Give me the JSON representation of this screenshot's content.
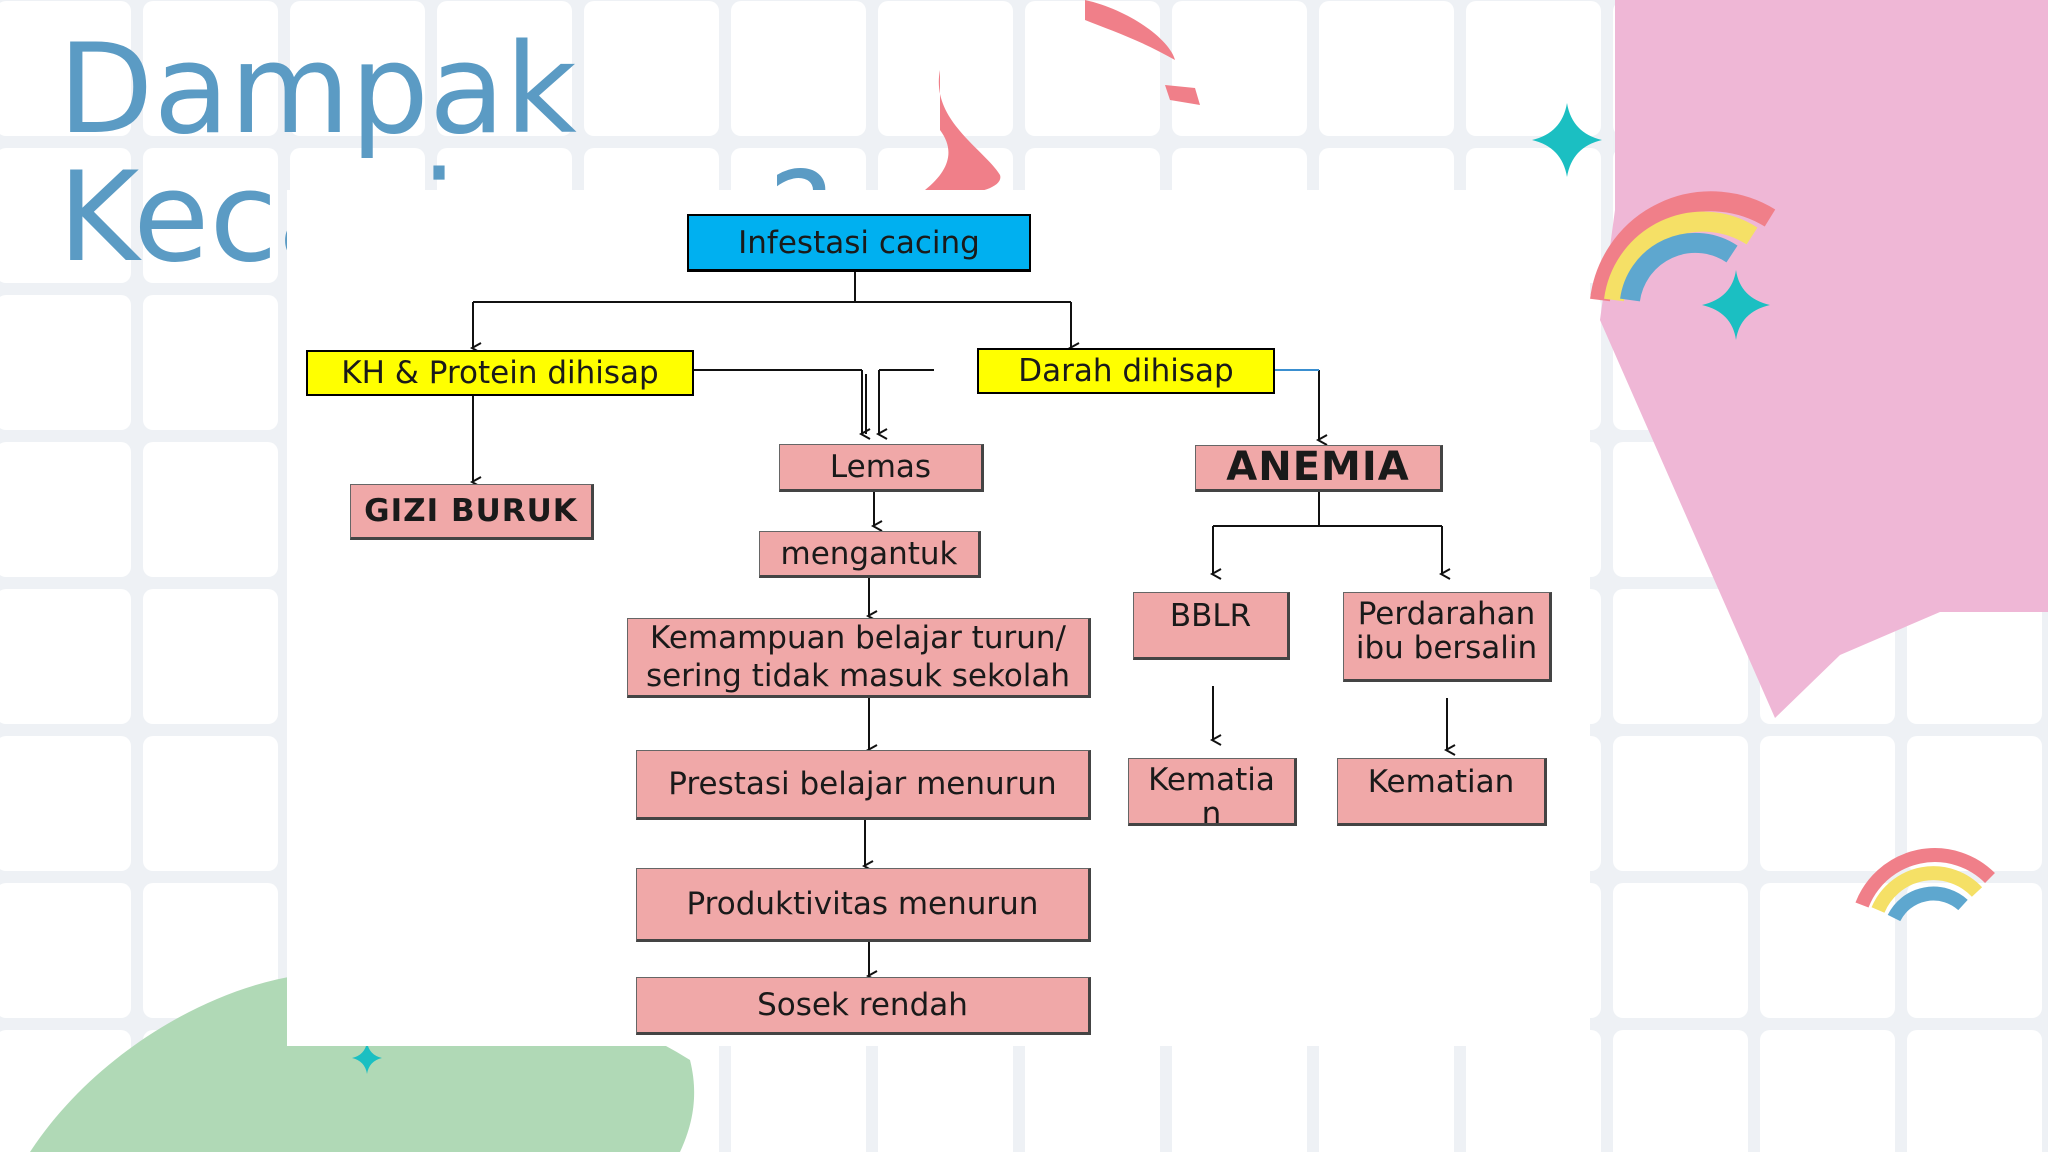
{
  "slide": {
    "title_line1": "Dampak",
    "title_line2": "Kecacingan?"
  },
  "colors": {
    "title": "#5b9bc4",
    "root_box": "#00b0f0",
    "cause_box": "#ffff00",
    "effect_box": "#f0a8a8",
    "decor_pink": "#efb7d6",
    "decor_green": "#b0d9b6",
    "decor_coral": "#f07f89",
    "decor_teal": "#1bbfc2"
  },
  "diagram": {
    "root": "Infestasi cacing",
    "kh_protein": "KH & Protein dihisap",
    "darah": "Darah dihisap",
    "gizi_buruk": "GIZI BURUK",
    "lemas": "Lemas",
    "mengantuk": "mengantuk",
    "kemampuan_line1": "Kemampuan belajar turun/",
    "kemampuan_line2": "sering tidak masuk sekolah",
    "prestasi": "Prestasi belajar menurun",
    "produktivitas": "Produktivitas menurun",
    "sosek": "Sosek rendah",
    "anemia": "ANEMIA",
    "bblr": "BBLR",
    "perdarahan_line1": "Perdarahan",
    "perdarahan_line2": "ibu bersalin",
    "kematian_left": "Kematia\nn",
    "kematian_right": "Kematian"
  }
}
